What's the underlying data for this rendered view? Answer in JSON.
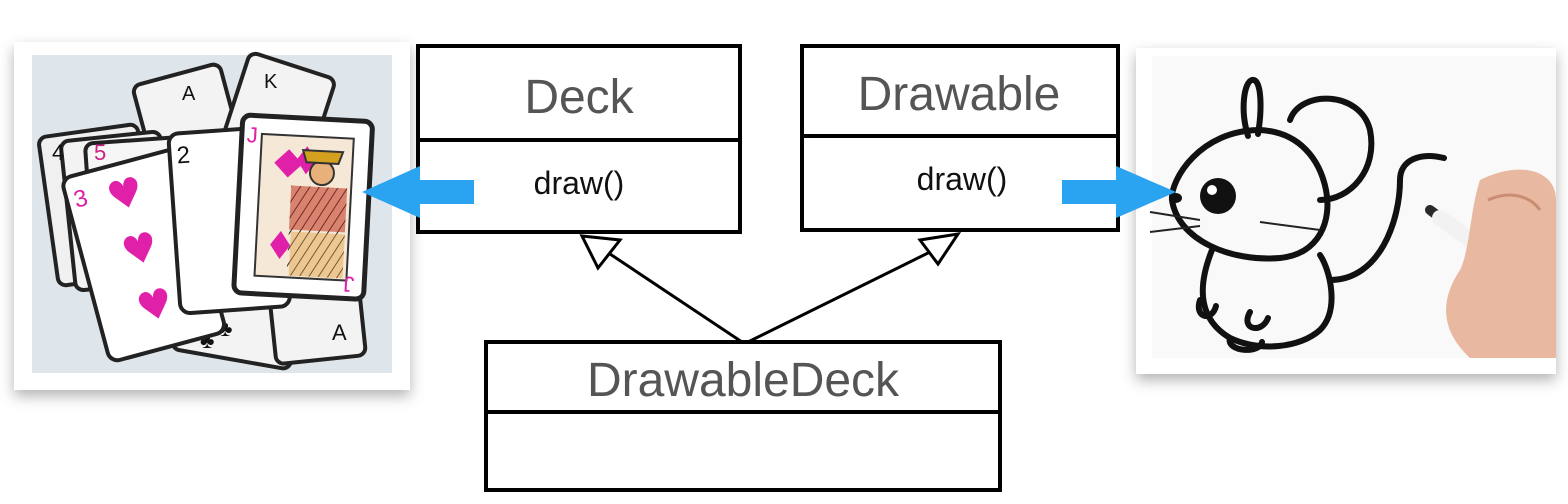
{
  "classes": {
    "deck": {
      "name": "Deck",
      "method": "draw()"
    },
    "drawable": {
      "name": "Drawable",
      "method": "draw()"
    },
    "drawable_deck": {
      "name": "DrawableDeck",
      "method": ""
    }
  },
  "illustrations": {
    "left": "playing-cards-photo",
    "right": "hand-drawing-mouse-photo"
  },
  "colors": {
    "arrow": "#2aa3f0",
    "box_stroke": "#000000",
    "class_name_text": "#555555",
    "method_text": "#111111"
  }
}
